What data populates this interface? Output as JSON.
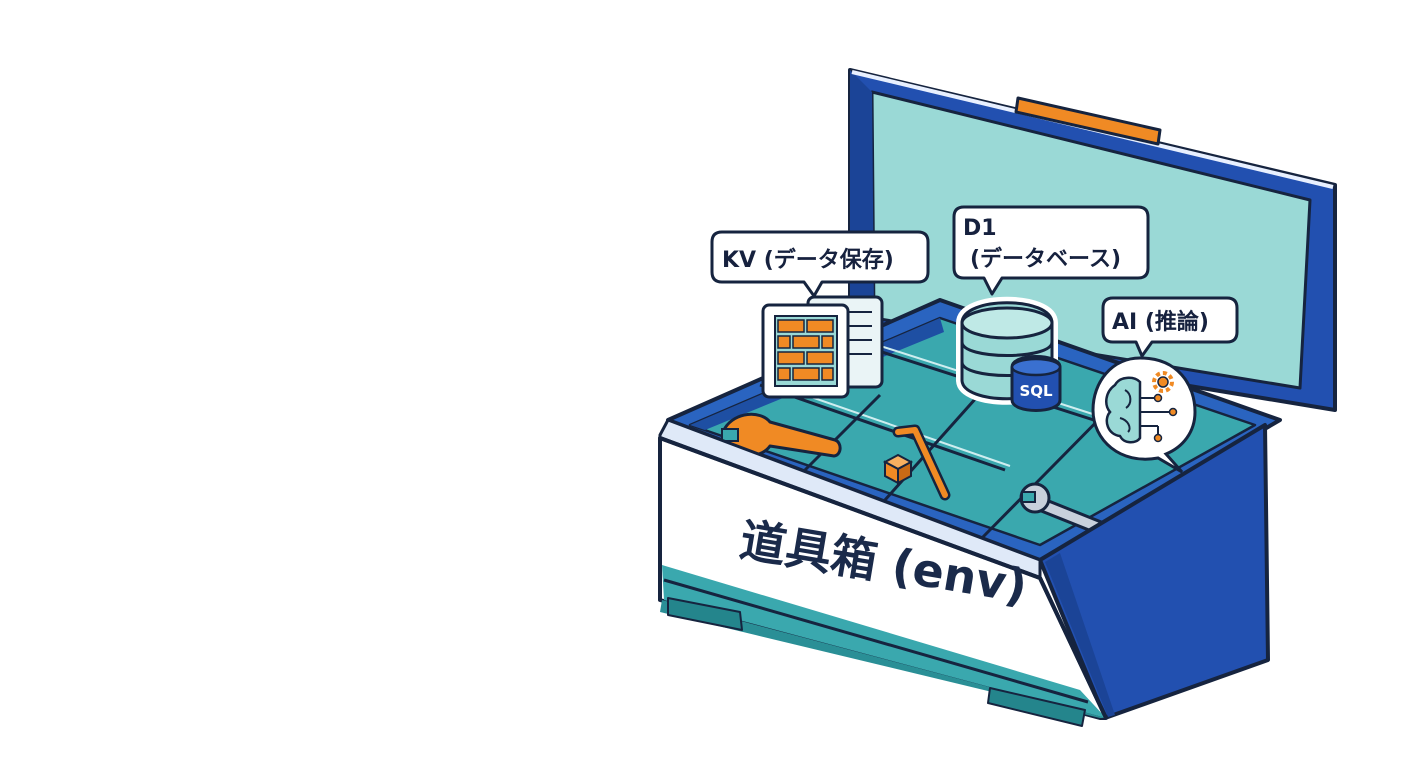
{
  "toolbox": {
    "label": "道具箱 (env)"
  },
  "bubbles": {
    "kv": "KV (データ保存)",
    "d1_line1": "D1",
    "d1_line2": "(データベース)",
    "ai": "AI (推論)"
  },
  "database_badge": "SQL",
  "icons": {
    "kv": "brick-wall-document-icon",
    "d1": "database-cylinder-icon",
    "ai": "brain-circuit-icon",
    "tools": [
      "wrench-icon",
      "hex-key-icon",
      "cube-icon",
      "spanner-icon"
    ]
  },
  "colors": {
    "navy_outline": "#16243f",
    "box_blue": "#2250b0",
    "box_teal": "#34a8a8",
    "lid_inner": "#9ad9d6",
    "front_white": "#ffffff",
    "accent_orange": "#f08a24"
  }
}
